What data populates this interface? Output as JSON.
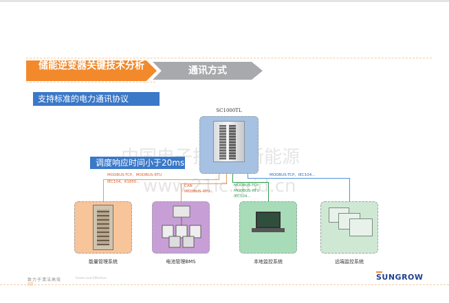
{
  "header": {
    "title_main": "储能逆变器关键技术分析",
    "title_section": "通讯方式"
  },
  "subtitle": "支持标准的电力通讯协议",
  "inverter": {
    "label": "SC1000TL"
  },
  "callout": "调度响应时间小于20ms",
  "watermark": {
    "cn": "中国电子技术与新能源",
    "url": "www.21ic.grid.cn"
  },
  "protocols": {
    "ems": {
      "line1": "MODBUS-TCP、MODBUS-RTU",
      "line2": "IEC104、61850..."
    },
    "bms": {
      "line1": "CAN",
      "line2": "MODBUS-RTU..."
    },
    "local": {
      "line1": "MODBUS-TCP",
      "line2": "MODBUS-RTU",
      "line3": "IEC104..."
    },
    "remote": {
      "line1": "MODBUS-TCP、IEC104..."
    }
  },
  "systems": [
    {
      "label": "能量管理系统"
    },
    {
      "label": "电池管理BMS"
    },
    {
      "label": "本地监控系统"
    },
    {
      "label": "远端监控系统"
    }
  ],
  "footer": {
    "slogan": "致力于清洁高效",
    "slogan_en": "Green and Effective",
    "ticks": "////",
    "logo": "SUNGROW"
  },
  "colors": {
    "accent_orange": "#f28a2c",
    "accent_blue": "#3a78c8",
    "line_orange": "#e39a5e",
    "line_blue": "#4a90d9",
    "line_green": "#2a9d4a",
    "text_red": "#e05a2a"
  }
}
